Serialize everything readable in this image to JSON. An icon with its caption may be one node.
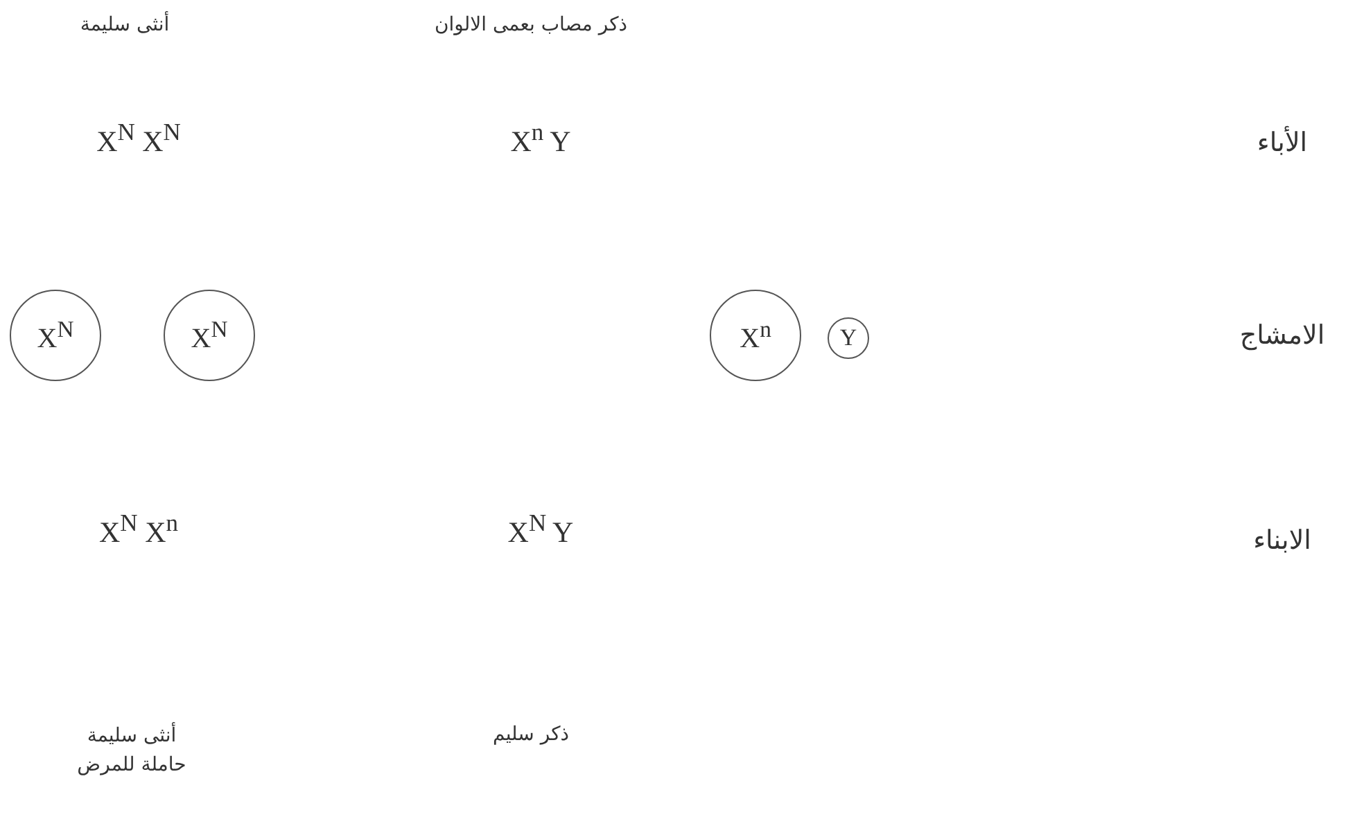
{
  "diagram": {
    "nodes": [
      {
        "text": [
          "X$^{N}$"
        ]
      },
      {
        "text": [
          "X$^{N}$"
        ]
      },
      {
        "text": [
          "X$^{n}$"
        ]
      },
      {
        "text": [
          "Y"
        ]
      }
    ],
    "labels": [
      "أنثى سليمة",
      "ذكر مصاب بعمى الالوان",
      "X$^{N}$ X$^{N}$",
      "X$^{n}$ Y",
      "الأباء",
      "الامشاج",
      "X$^{N}$ X$^{n}$",
      "X$^{N}$ Y",
      "الابناء",
      "أنثى سليمة حاملة للمرض",
      "ذكر سليم"
    ]
  }
}
